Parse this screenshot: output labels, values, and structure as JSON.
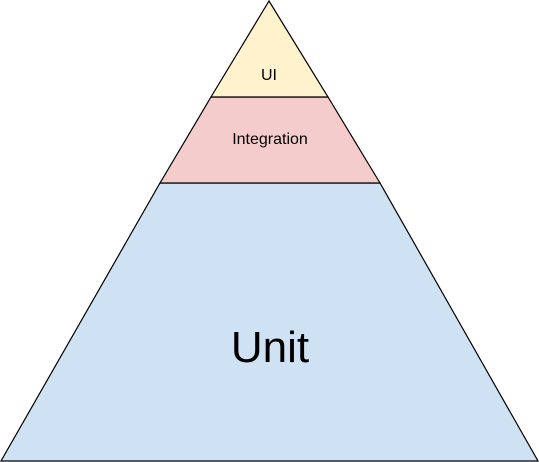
{
  "tiers": [
    {
      "label": "UI",
      "fill": "#FFF2CC"
    },
    {
      "label": "Integration",
      "fill": "#F4CCCC"
    },
    {
      "label": "Unit",
      "fill": "#CFE2F3"
    }
  ],
  "outline_color": "#000000"
}
